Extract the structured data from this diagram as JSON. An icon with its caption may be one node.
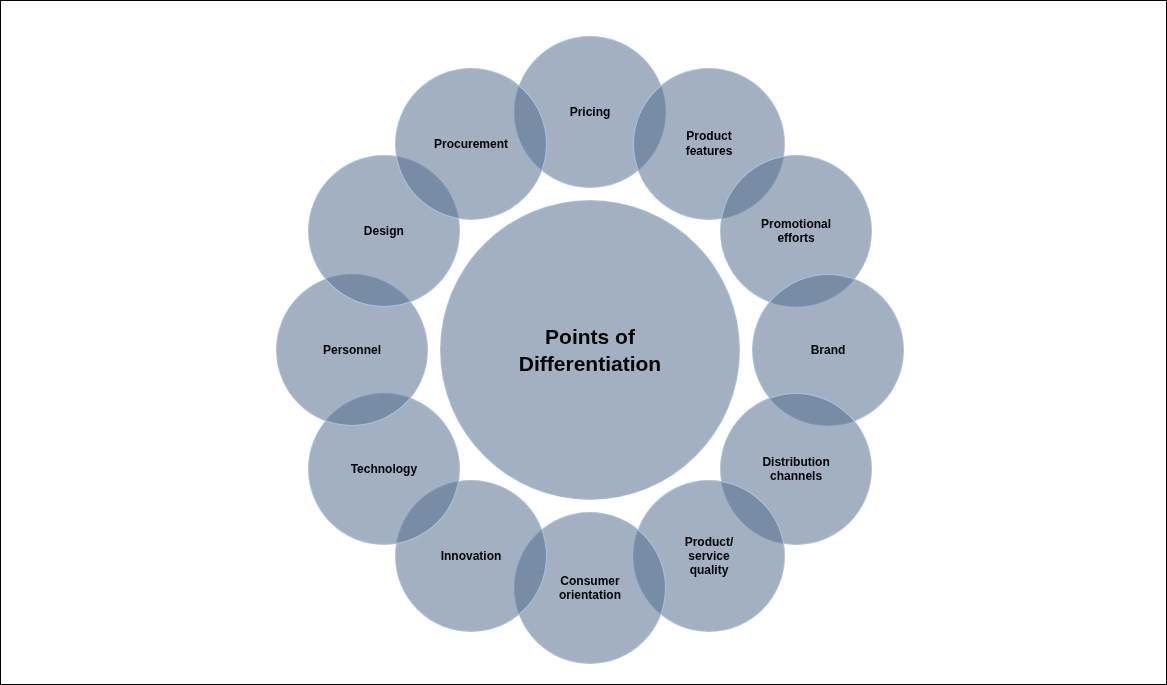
{
  "diagram": {
    "nodes": [
      {
        "text": [
          "Points of Differentiation"
        ]
      },
      {
        "text": [
          "Pricing"
        ]
      },
      {
        "text": [
          "Product features"
        ]
      },
      {
        "text": [
          "Promotional efforts"
        ]
      },
      {
        "text": [
          "Brand"
        ]
      },
      {
        "text": [
          "Distribution channels"
        ]
      },
      {
        "text": [
          "Product/ service quality"
        ]
      },
      {
        "text": [
          "Consumer orientation"
        ]
      },
      {
        "text": [
          "Innovation"
        ]
      },
      {
        "text": [
          "Technology"
        ]
      },
      {
        "text": [
          "Personnel"
        ]
      },
      {
        "text": [
          "Design"
        ]
      },
      {
        "text": [
          "Procurement"
        ]
      }
    ]
  }
}
